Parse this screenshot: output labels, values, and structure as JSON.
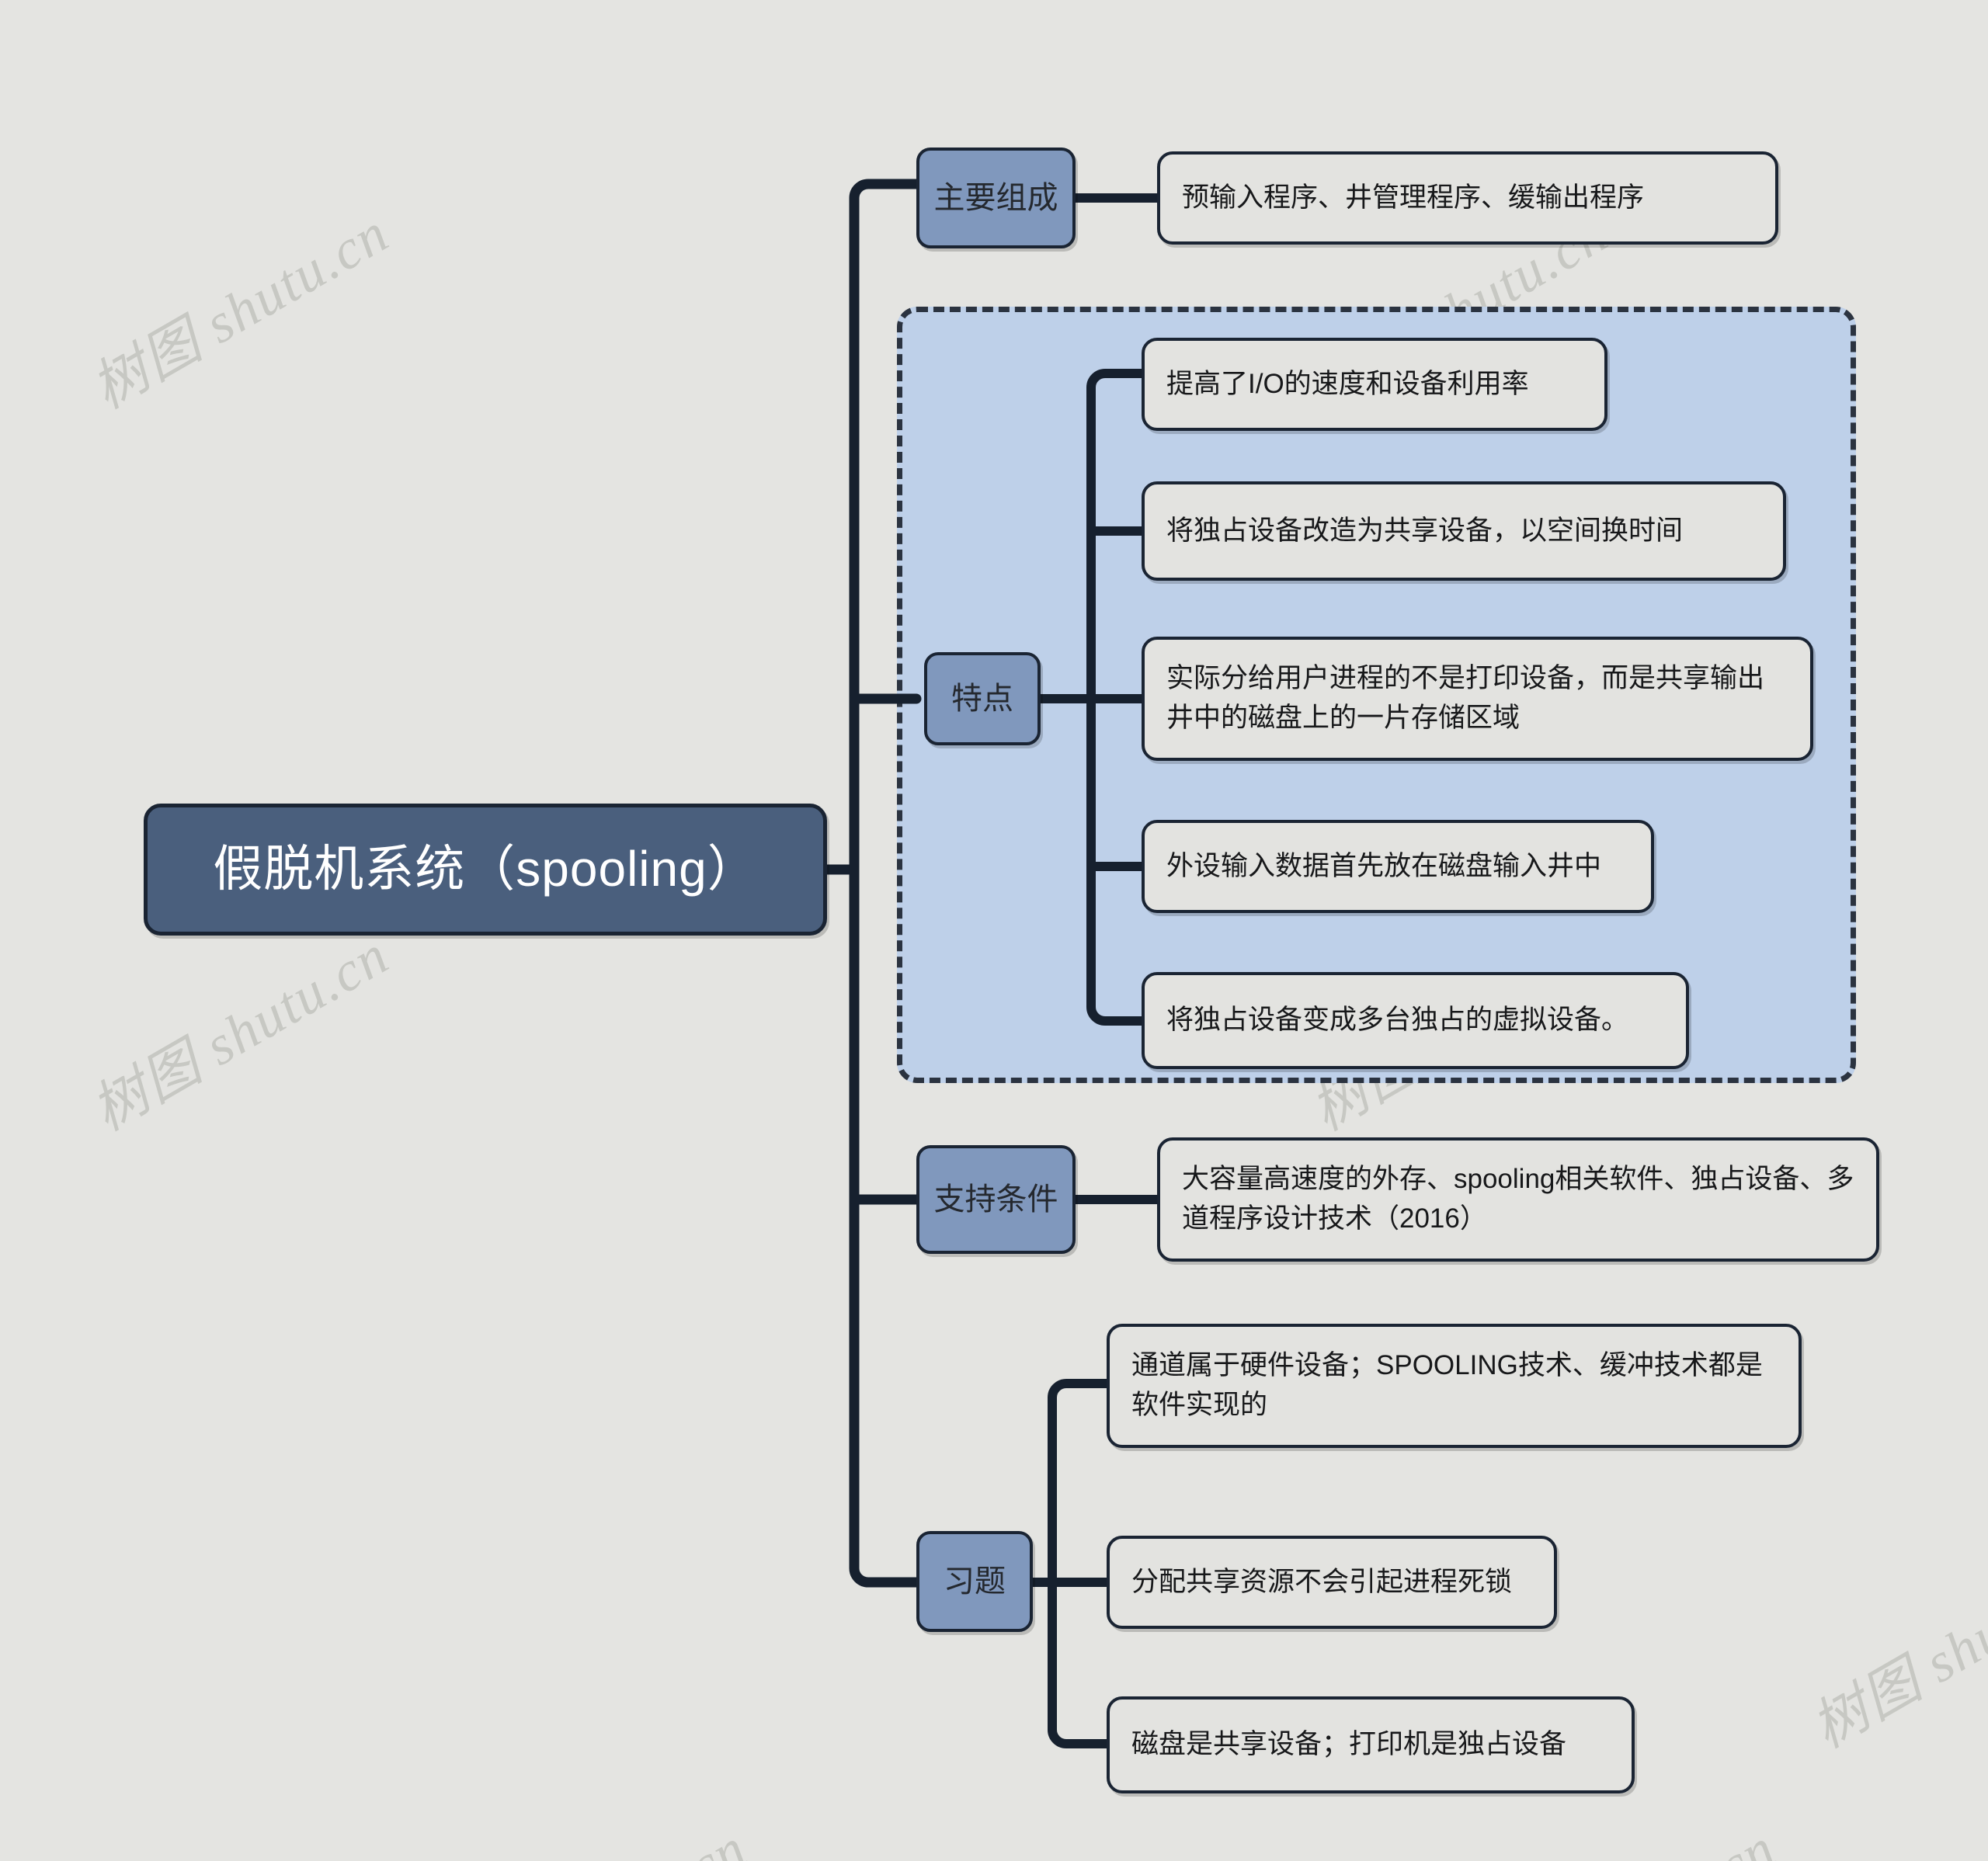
{
  "diagram": {
    "title": "假脱机系统（spooling）",
    "type": "mindmap",
    "colors": {
      "background": "#e4e4e1",
      "root_fill": "#4a5f7d",
      "root_text": "#ffffff",
      "branch_fill": "#8098bd",
      "leaf_fill": "#e3e3e0",
      "group_fill": "#bed0e9",
      "line": "#16202e",
      "watermark": "#c7c8c3"
    }
  },
  "root": {
    "label": "假脱机系统（spooling）"
  },
  "branches": {
    "composition": {
      "label": "主要组成",
      "items": [
        {
          "text": "预输入程序、井管理程序、缓输出程序"
        }
      ]
    },
    "features": {
      "label": "特点",
      "items": [
        {
          "text": "提高了I/O的速度和设备利用率"
        },
        {
          "text": "将独占设备改造为共享设备，以空间换时间"
        },
        {
          "text": "实际分给用户进程的不是打印设备，而是共享输出井中的磁盘上的一片存储区域"
        },
        {
          "text": "外设输入数据首先放在磁盘输入井中"
        },
        {
          "text": "将独占设备变成多台独占的虚拟设备。"
        }
      ]
    },
    "requirements": {
      "label": "支持条件",
      "items": [
        {
          "text": "大容量高速度的外存、spooling相关软件、独占设备、多道程序设计技术（2016）"
        }
      ]
    },
    "exercises": {
      "label": "习题",
      "items": [
        {
          "text": "通道属于硬件设备；SPOOLING技术、缓冲技术都是软件实现的"
        },
        {
          "text": "分配共享资源不会引起进程死锁"
        },
        {
          "text": "磁盘是共享设备；打印机是独占设备"
        }
      ]
    }
  },
  "watermarks": [
    {
      "text": "树图 shutu.cn"
    },
    {
      "text": "树图 shutu.cn"
    },
    {
      "text": "树图 shutu.cn"
    },
    {
      "text": "树图 shutu.cn"
    },
    {
      "text": "树图 shutu.cn"
    },
    {
      "text": ".cn"
    },
    {
      "text": ".cn"
    }
  ]
}
